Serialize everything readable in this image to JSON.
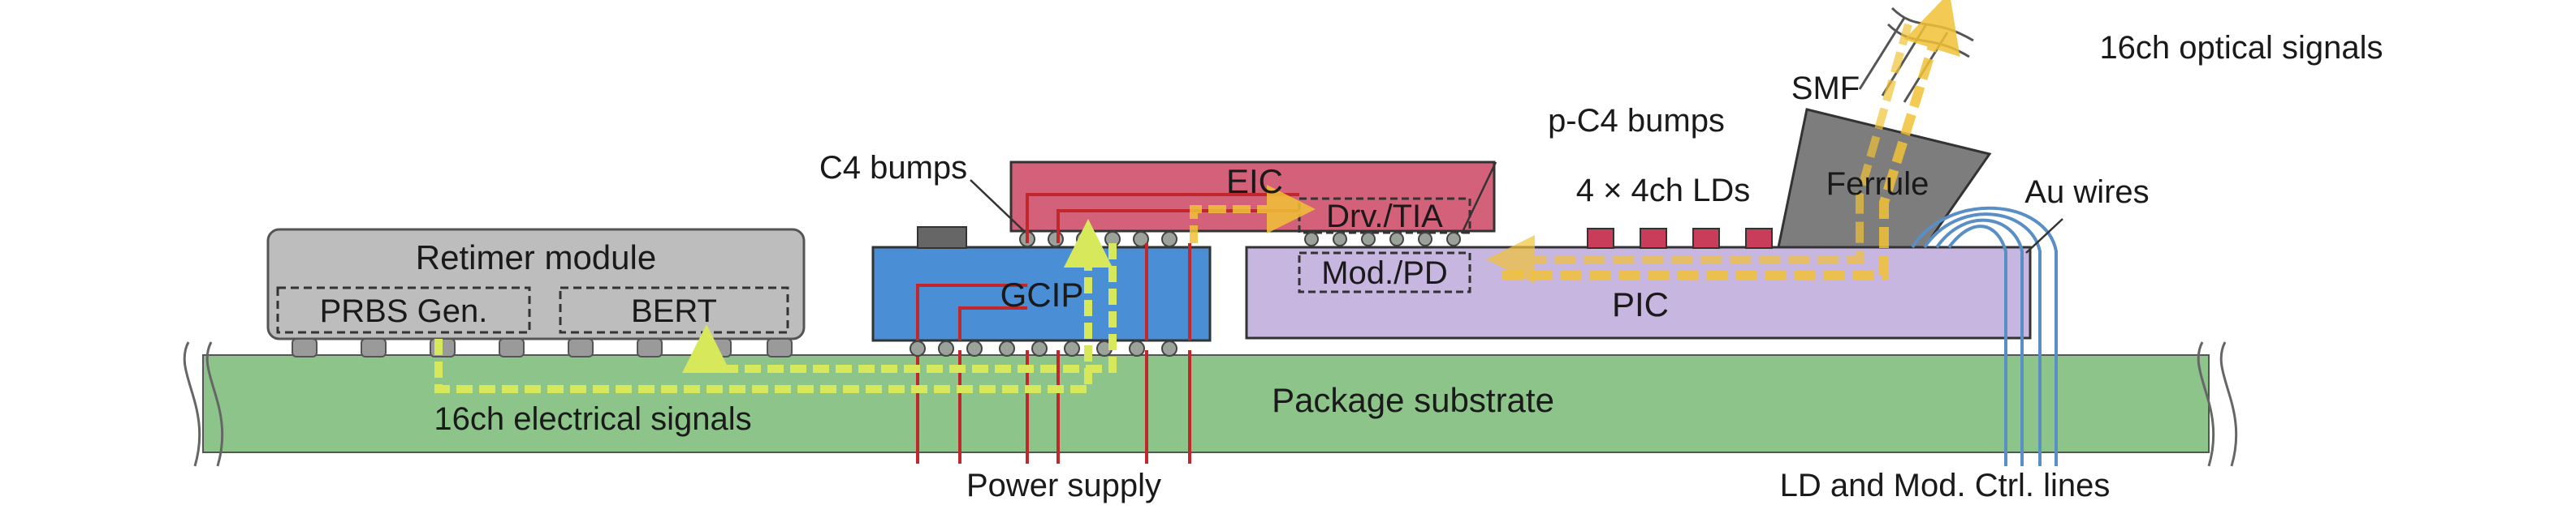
{
  "labels": {
    "retimer_module": "Retimer module",
    "prbs_gen": "PRBS Gen.",
    "bert": "BERT",
    "eic": "EIC",
    "drv_tia": "Drv./TIA",
    "mod_pd": "Mod./PD",
    "gcip": "GCIP",
    "pic": "PIC",
    "c4_bumps": "C4 bumps",
    "p_c4_bumps": "p-C4 bumps",
    "lds": "4 × 4ch LDs",
    "smf": "SMF",
    "ferrule": "Ferrule",
    "au_wires": "Au wires",
    "optical_signals": "16ch optical signals",
    "package_substrate": "Package substrate",
    "electrical_signals": "16ch electrical signals",
    "power_supply": "Power supply",
    "ctrl_lines": "LD and Mod. Ctrl. lines"
  },
  "colors": {
    "substrate": "#8cc48a",
    "retimer": "#bdbdbd",
    "eic": "#d4617a",
    "gcip": "#4a8fd6",
    "pic": "#c6b6e0",
    "ferrule": "#7d7d7d",
    "ld": "#c93c5a",
    "power_line": "#c0282c",
    "ctrl_line": "#5a8fc6",
    "optical": "#f2c237",
    "electrical": "#d7e85a"
  }
}
